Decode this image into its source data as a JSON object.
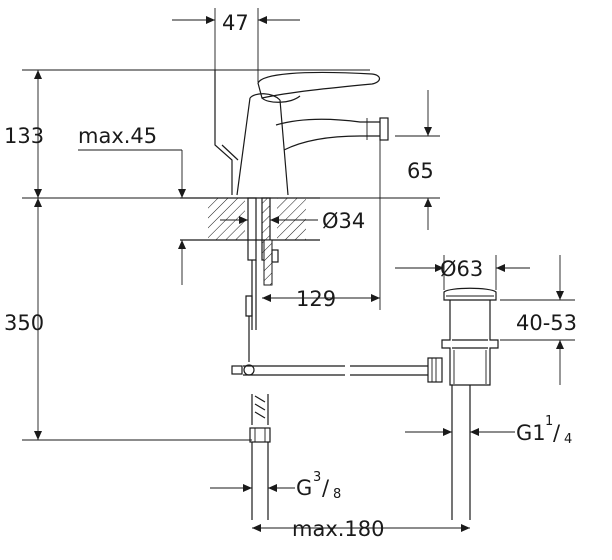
{
  "dimensions": {
    "top_width": "47",
    "faucet_height": "133",
    "deck_thickness": "max.45",
    "spout_height": "65",
    "hole_diameter": "Ø34",
    "spout_reach": "129",
    "total_height": "350",
    "drain_diameter": "Ø63",
    "drain_range": "40-53",
    "drain_thread_prefix": "G1",
    "drain_thread_num": "1",
    "drain_thread_den": "4",
    "supply_thread_prefix": "G",
    "supply_thread_num": "3",
    "supply_thread_den": "8",
    "max_spacing": "max.180"
  }
}
